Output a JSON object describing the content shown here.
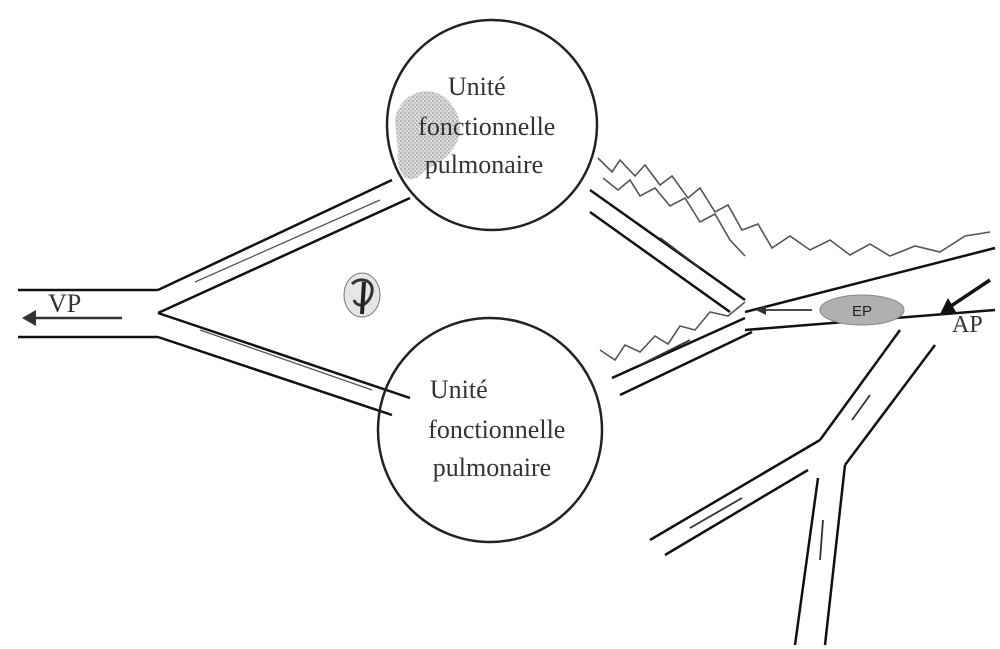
{
  "diagram": {
    "top_unit": {
      "line1": "Unité",
      "line2": "fonctionnelle",
      "line3": "pulmonaire"
    },
    "bottom_unit": {
      "line1": "Unité",
      "line2": "fonctionnelle",
      "line3": "pulmonaire"
    },
    "vein_label": "VP",
    "artery_label": "AP",
    "embolus_label": "EP"
  },
  "colors": {
    "line": "#111111",
    "text": "#333333",
    "embolus_fill": "#b0b0b0",
    "shading": "#c8c8c8"
  }
}
